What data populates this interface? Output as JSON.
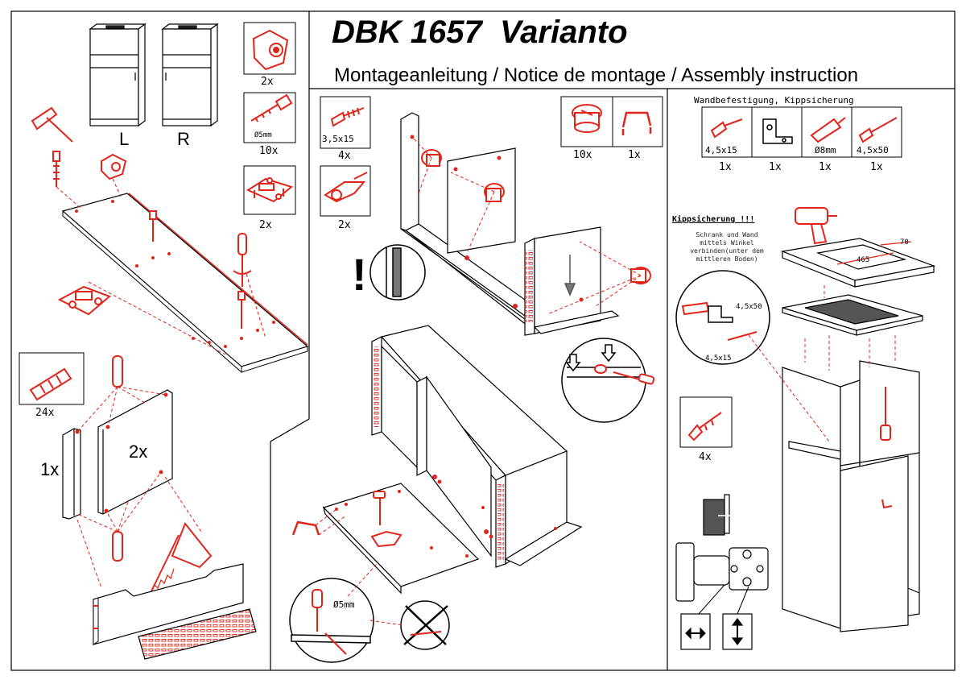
{
  "header": {
    "title": "DBK 1657  Varianto",
    "subtitle": "Montageanleitung / Notice de montage / Assembly instruction"
  },
  "variants": {
    "left": "L",
    "right": "R"
  },
  "parts": [
    {
      "icon": "cam-lock-housing-icon",
      "quantity": "2x"
    },
    {
      "icon": "dowel-screw-icon",
      "size": "Ø5mm",
      "quantity": "10x"
    },
    {
      "icon": "hinge-mounting-plate-icon",
      "quantity": "2x"
    },
    {
      "icon": "wooden-dowel-icon",
      "quantity": "24x"
    },
    {
      "icon": "screw-icon",
      "size": "3,5x15",
      "quantity": "4x"
    },
    {
      "icon": "hinge-icon",
      "quantity": "2x"
    },
    {
      "icon": "cam-lock-icon",
      "quantity": "10x"
    },
    {
      "icon": "handle-icon",
      "quantity": "1x"
    },
    {
      "icon": "screw-icon",
      "quantity": "4x"
    }
  ],
  "panel_counts": {
    "side_single": "1x",
    "side_double": "2x"
  },
  "wall_fixing": {
    "title": "Wandbefestigung, Kippsicherung",
    "items": [
      {
        "icon": "screw-icon",
        "size": "4,5x15",
        "quantity": "1x"
      },
      {
        "icon": "angle-bracket-icon",
        "size": "",
        "quantity": "1x"
      },
      {
        "icon": "wall-plug-icon",
        "size": "Ø8mm",
        "quantity": "1x"
      },
      {
        "icon": "screw-icon",
        "size": "4,5x50",
        "quantity": "1x"
      }
    ]
  },
  "anti_tip": {
    "title": "Kippsicherung !!!",
    "text": "Schrank und Wand\nmittels Winkel\nverbinden(unter dem\nmittleren Boden)",
    "screw_long": "4,5x50",
    "screw_short": "4,5x15"
  },
  "dimensions": {
    "depth": "70",
    "width": "465"
  },
  "drill": {
    "size": "Ø5mm"
  },
  "colors": {
    "accent": "#e0251b",
    "line": "#000000",
    "shade": "#555555"
  }
}
